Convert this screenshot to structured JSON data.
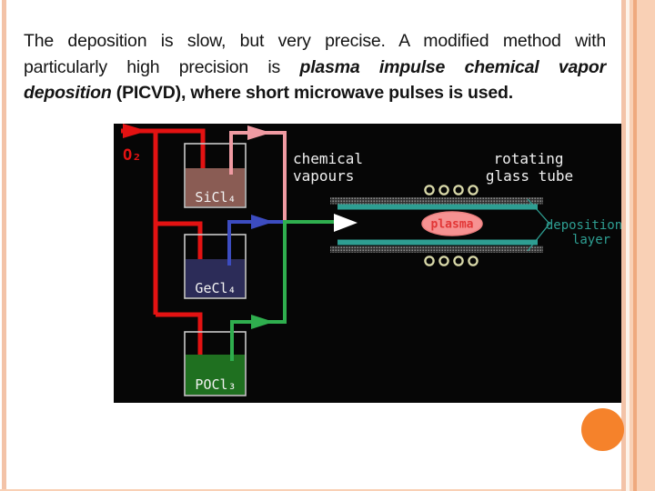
{
  "text_block": {
    "lines": [
      {
        "normal": "The deposition is slow, but very precise. A modified method with"
      },
      {
        "normal": "particularly high precision is ",
        "emphasis": "plasma impulse chemical vapor"
      },
      {
        "emphasis": "deposition",
        "bold": " (PICVD), where short microwave pulses is used."
      }
    ]
  },
  "diagram": {
    "labels": {
      "o2": "O₂",
      "sicl4": "SiCl₄",
      "gecl4": "GeCl₄",
      "pocl3": "POCl₃",
      "chemical_line1": "chemical",
      "chemical_line2": "vapours",
      "rotating_line1": "rotating",
      "rotating_line2": "glass tube",
      "plasma": "plasma",
      "deposition_line1": "deposition",
      "deposition_line2": "layer"
    }
  },
  "colors": {
    "accent-pink-stripe": "#f3c3a8",
    "accent-peach-light": "#fdf3ea",
    "accent-peach": "#f9d0b5",
    "accent-peach-dark": "#efa97e",
    "orange-circle": "#f5822b",
    "diagram-bg": "#060606",
    "red": "#e31212",
    "pink": "#ef9aa2",
    "blue": "#3c4cc0",
    "green": "#2fae4e",
    "teal": "#2e9e92",
    "plasma-fill": "#f69292",
    "plasma-text": "#e23737",
    "sicl4-liquid": "#8a5c54",
    "gecl4-liquid": "#2c2c58",
    "pocl3-liquid": "#1f7020",
    "ring": "#d9d9a9",
    "text": "#141414"
  }
}
